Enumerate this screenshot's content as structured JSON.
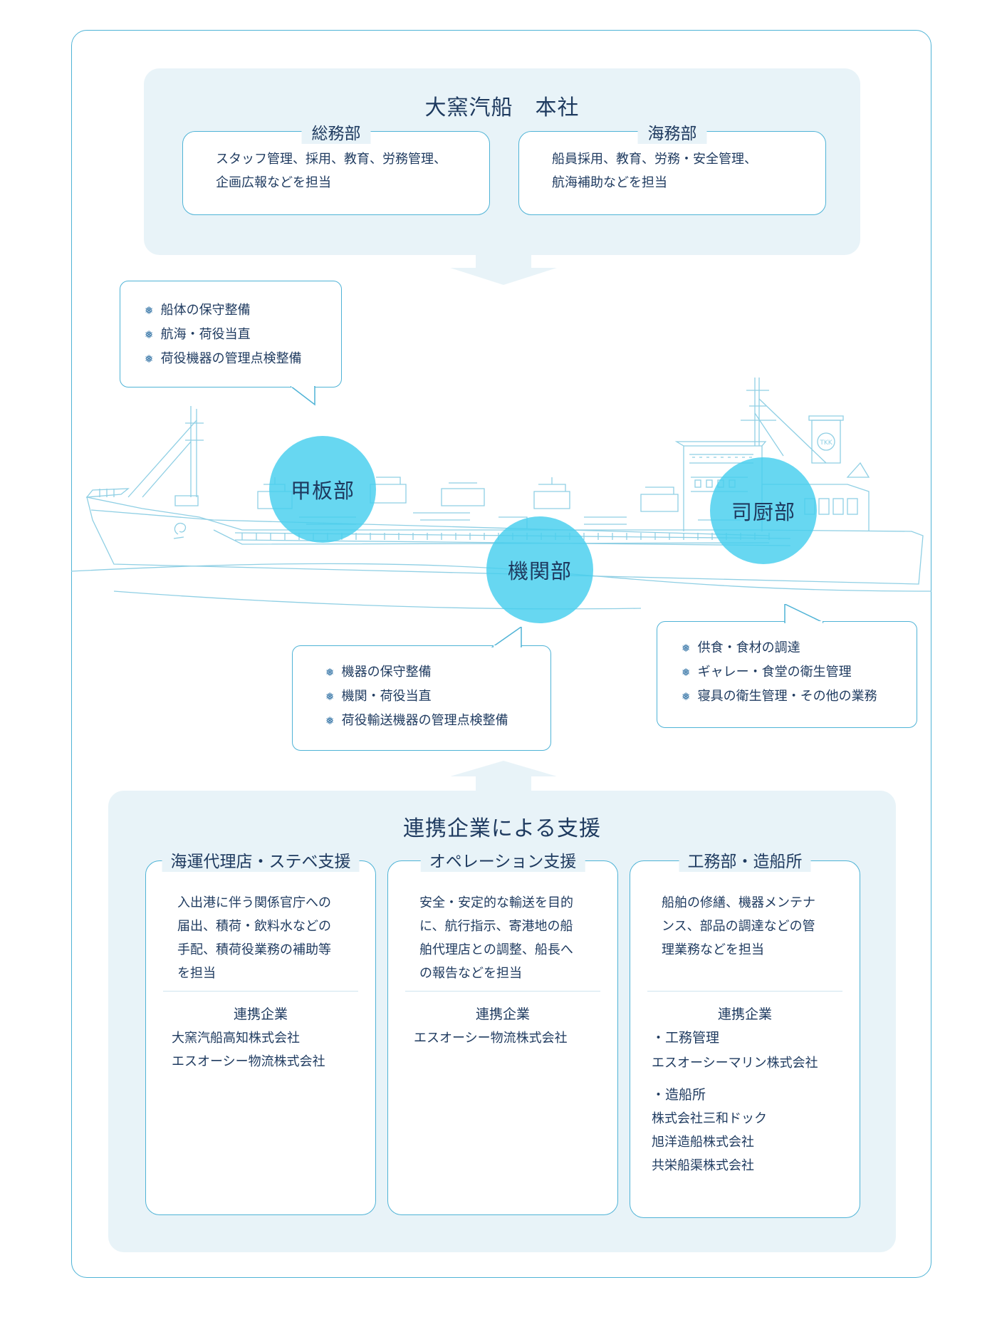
{
  "hq": {
    "title": "大窯汽船　本社",
    "soumu": {
      "title": "総務部",
      "lines": [
        "スタッフ管理、採用、教育、労務管理、",
        "企画広報などを担当"
      ]
    },
    "kaimu": {
      "title": "海務部",
      "lines": [
        "船員採用、教育、労務・安全管理、",
        "航海補助などを担当"
      ]
    }
  },
  "ship": {
    "deck": {
      "name": "甲板部",
      "duties": [
        "船体の保守整備",
        "航海・荷役当直",
        "荷役機器の管理点検整備"
      ]
    },
    "engine": {
      "name": "機関部",
      "duties": [
        "機器の保守整備",
        "機関・荷役当直",
        "荷役輸送機器の管理点検整備"
      ]
    },
    "galley": {
      "name": "司厨部",
      "duties": [
        "供食・食材の調達",
        "ギャレー・食堂の衛生管理",
        "寝具の衛生管理・その他の業務"
      ]
    },
    "marker": "❅",
    "funnel_label": "TKK"
  },
  "support": {
    "title": "連携企業による支援",
    "partner_label": "連携企業",
    "cards": [
      {
        "title": "海運代理店・ステベ支援",
        "desc": [
          "入出港に伴う関係官庁への",
          "届出、積荷・飲料水などの",
          "手配、積荷役業務の補助等",
          "を担当"
        ],
        "companies": [
          "大窯汽船高知株式会社",
          "エスオーシー物流株式会社"
        ]
      },
      {
        "title": "オペレーション支援",
        "desc": [
          "安全・安定的な輸送を目的",
          "に、航行指示、寄港地の船",
          "舶代理店との調整、船長へ",
          "の報告などを担当"
        ],
        "companies": [
          "エスオーシー物流株式会社"
        ]
      },
      {
        "title": "工務部・造船所",
        "desc": [
          "船舶の修繕、機器メンテナ",
          "ンス、部品の調達などの管",
          "理業務などを担当"
        ],
        "group1_label": "・工務管理",
        "group1": [
          "エスオーシーマリン株式会社"
        ],
        "group2_label": "・造船所",
        "group2": [
          "株式会社三和ドック",
          "旭洋造船株式会社",
          "共栄船渠株式会社"
        ]
      }
    ]
  },
  "colors": {
    "accent": "#4fb3d6",
    "circle": "#46ceee",
    "panel": "#e8f3f8",
    "text": "#1e3a5f"
  }
}
